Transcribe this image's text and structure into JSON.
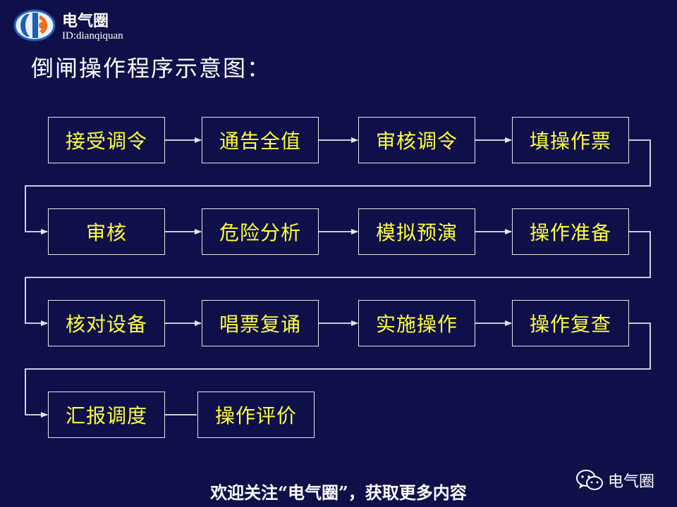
{
  "brand": {
    "name": "电气圈",
    "id": "ID:dianqiquan",
    "logo_icon": "dianqiquan-logo-icon"
  },
  "title": "倒闸操作程序示意图：",
  "steps": [
    "接受调令",
    "通告全值",
    "审核调令",
    "填操作票",
    "审核",
    "危险分析",
    "模拟预演",
    "操作准备",
    "核对设备",
    "唱票复诵",
    "实施操作",
    "操作复查",
    "汇报调度",
    "操作评价"
  ],
  "footer": "欢迎关注“电气圈”，获取更多内容",
  "wechat": {
    "label": "电气圈",
    "icon": "wechat-icon"
  },
  "colors": {
    "background": "#0f0f4a",
    "box_text": "#ffff3a",
    "lines": "#e8e8e8"
  }
}
